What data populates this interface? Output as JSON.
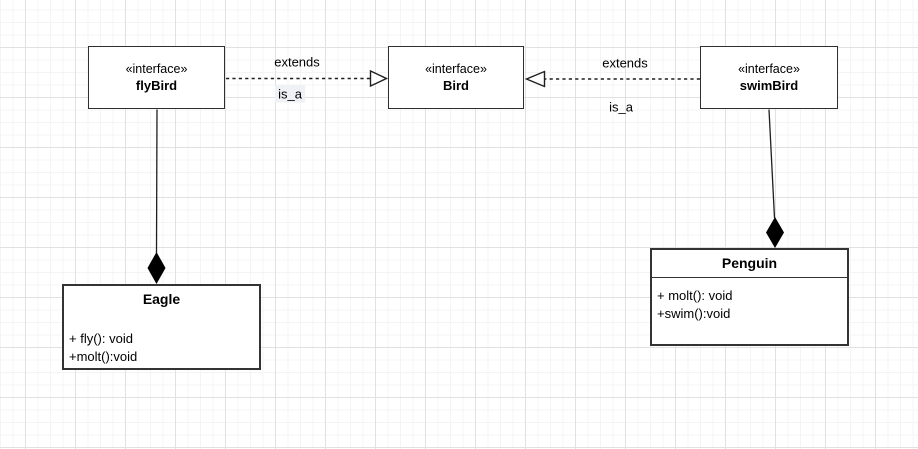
{
  "diagram_type": "uml-class-diagram",
  "colors": {
    "canvas_background": "#ffffff",
    "grid_minor": "#f4f4f4",
    "grid_major": "#e1e1e1",
    "shape_fill": "#ffffff",
    "shape_stroke": "#2f2f2f",
    "text": "#000000",
    "composition_diamond_fill": "#000000"
  },
  "interfaces": [
    {
      "stereotype": "«interface»",
      "name": "flyBird"
    },
    {
      "stereotype": "«interface»",
      "name": "Bird"
    },
    {
      "stereotype": "«interface»",
      "name": "swimBird"
    }
  ],
  "classes": [
    {
      "name": "Eagle",
      "methods": [
        "+ fly(): void",
        "+molt():void"
      ]
    },
    {
      "name": "Penguin",
      "methods": [
        "+ molt(): void",
        "+swim():void"
      ]
    }
  ],
  "edges": [
    {
      "type": "dashed-hollow-triangle",
      "from": "flyBird",
      "to": "Bird",
      "label": "extends",
      "sublabel": "is_a"
    },
    {
      "type": "dashed-hollow-triangle",
      "from": "swimBird",
      "to": "Bird",
      "label": "extends",
      "sublabel": "is_a"
    },
    {
      "type": "solid-filled-diamond",
      "from": "flyBird",
      "to": "Eagle"
    },
    {
      "type": "solid-filled-diamond",
      "from": "swimBird",
      "to": "Penguin"
    }
  ]
}
